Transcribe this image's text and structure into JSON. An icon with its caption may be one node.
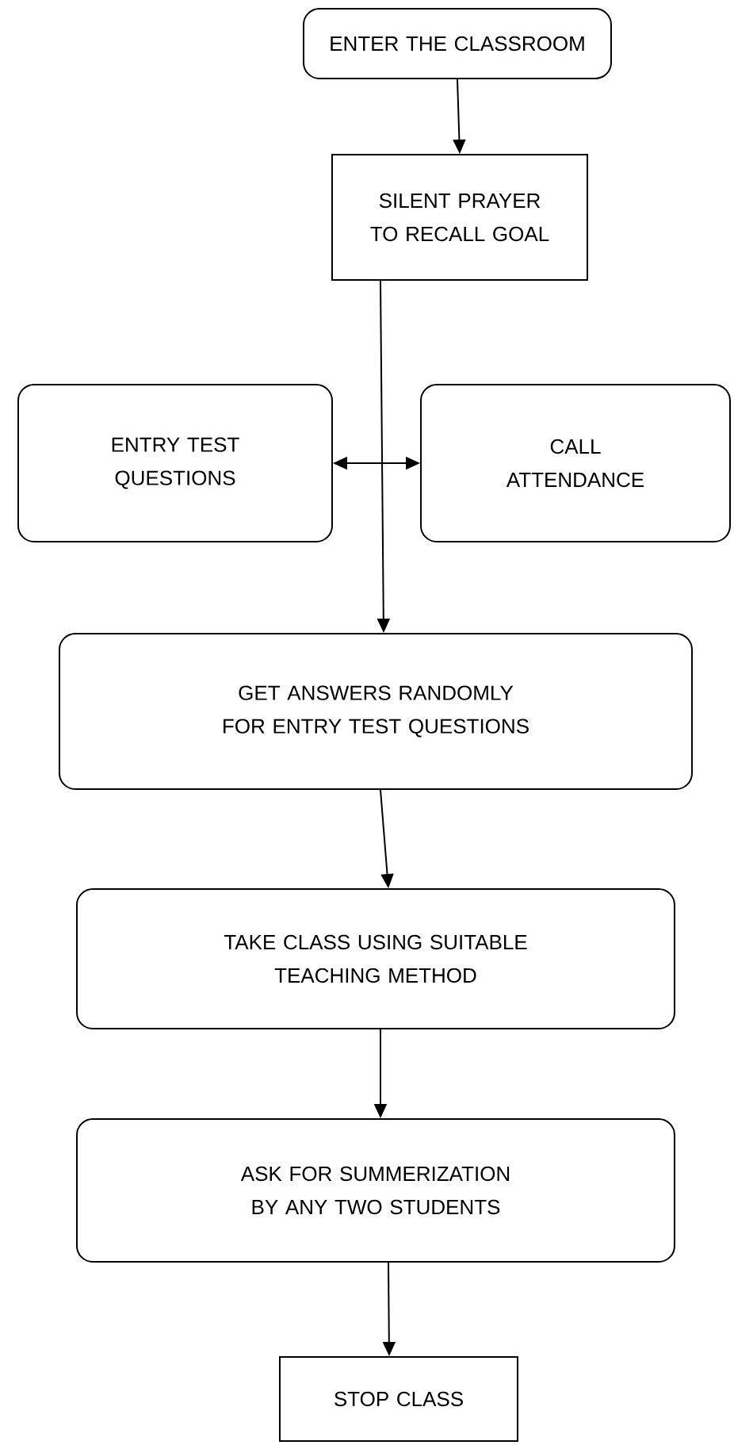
{
  "diagram": {
    "nodes": [
      {
        "text": [
          "ENTER THE CLASSROOM"
        ]
      },
      {
        "text": [
          "SILENT PRAYER TO RECALL GOAL"
        ]
      },
      {
        "text": [
          "ENTRY TEST QUESTIONS"
        ]
      },
      {
        "text": [
          "CALL ATTENDANCE"
        ]
      },
      {
        "text": [
          "GET ANSWERS RANDOMLY FOR ENTRY TEST QUESTIONS"
        ]
      },
      {
        "text": [
          "TAKE CLASS USING SUITABLE TEACHING METHOD"
        ]
      },
      {
        "text": [
          "ASK FOR SUMMERIZATION BY ANY TWO STUDENTS"
        ]
      },
      {
        "text": [
          "STOP CLASS"
        ]
      }
    ],
    "edges": [
      {
        "from": 0,
        "to": 1,
        "arrow": "to"
      },
      {
        "from": 1,
        "to": 4,
        "arrow": "to"
      },
      {
        "from": 2,
        "to": 3,
        "arrow": "both"
      },
      {
        "from": 4,
        "to": 5,
        "arrow": "to"
      },
      {
        "from": 5,
        "to": 6,
        "arrow": "to"
      },
      {
        "from": 6,
        "to": 7,
        "arrow": "to"
      }
    ]
  }
}
